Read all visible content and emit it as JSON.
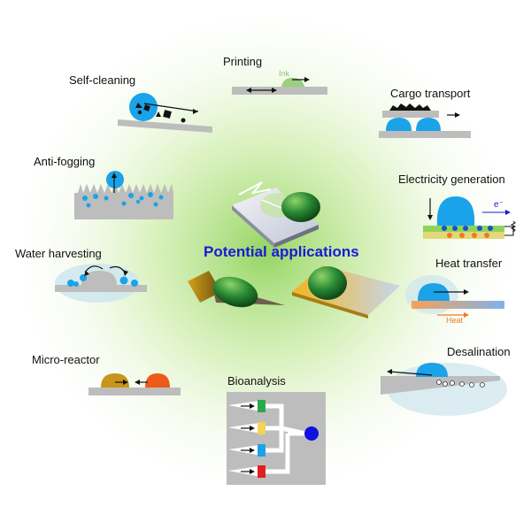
{
  "diagram": {
    "title": "Potential applications",
    "applications": [
      {
        "id": "self-cleaning",
        "label": "Self-cleaning"
      },
      {
        "id": "printing",
        "label": "Printing",
        "sublabel": "Ink"
      },
      {
        "id": "cargo-transport",
        "label": "Cargo transport"
      },
      {
        "id": "anti-fogging",
        "label": "Anti-fogging"
      },
      {
        "id": "electricity-generation",
        "label": "Electricity generation",
        "sublabel": "e⁻"
      },
      {
        "id": "water-harvesting",
        "label": "Water harvesting"
      },
      {
        "id": "heat-transfer",
        "label": "Heat transfer",
        "sublabel": "Heat"
      },
      {
        "id": "micro-reactor",
        "label": "Micro-reactor"
      },
      {
        "id": "desalination",
        "label": "Desalination"
      },
      {
        "id": "bioanalysis",
        "label": "Bioanalysis"
      }
    ],
    "colors": {
      "droplet": "#1aa3e8",
      "substrate": "#bdbdbd",
      "title": "#1a1ad6",
      "background_glow": "#8fd35a",
      "green_drop": "#1f7a2a",
      "ink": "#9ccf7e",
      "heat_arrow": "#f07a1f",
      "reactor_a": "#c8941c",
      "reactor_b": "#ee5a1a",
      "bio_green": "#2aa84a",
      "bio_yellow": "#f4d35a",
      "bio_blue": "#1aa3e8",
      "bio_red": "#e02020",
      "bio_dot": "#1010e0"
    }
  }
}
